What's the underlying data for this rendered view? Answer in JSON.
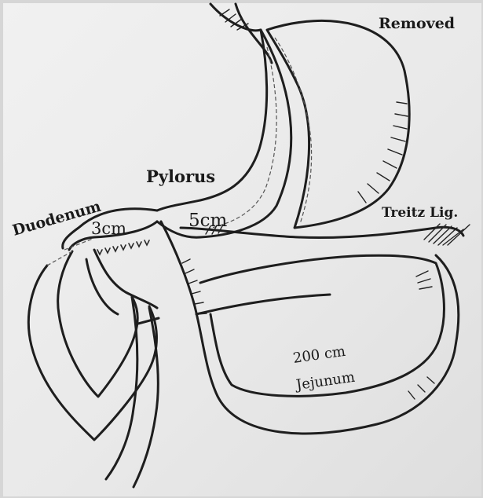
{
  "labels": {
    "removed": "Removed",
    "pylorus": "Pylorus",
    "duodenum": "Duodenum",
    "duodenum_length": "3cm",
    "pylorus_length": "5cm",
    "treitz": "Treitz Lig.",
    "jejunum_length": "200 cm",
    "jejunum": "Jejunum"
  },
  "colors": {
    "paper": "#ececec",
    "ink": "#1e1e1e"
  }
}
